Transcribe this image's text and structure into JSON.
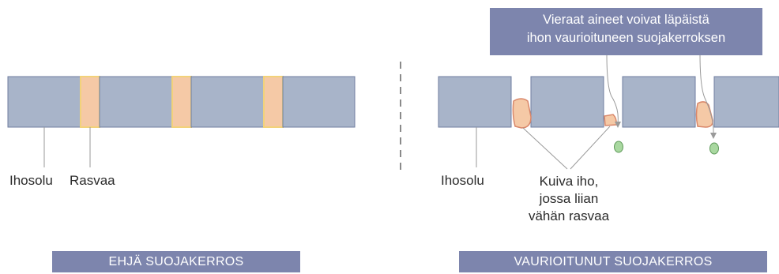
{
  "left_panel": {
    "cell_label": "Ihosolu",
    "fat_label": "Rasvaa",
    "banner": "EHJÄ SUOJAKERROS"
  },
  "right_panel": {
    "cell_label": "Ihosolu",
    "dry_skin_label": [
      "Kuiva iho,",
      "jossa liian",
      "vähän rasvaa"
    ],
    "callout": [
      "Vieraat aineet voivat läpäistä",
      "ihon vaurioituneen suojakerroksen"
    ],
    "banner": "VAURIOITUNUT SUOJAKERROS"
  },
  "colors": {
    "cell": "#a8b4c9",
    "cell_border": "#6f7ea0",
    "fat": "#f5c9a6",
    "fat_border": "#f2d27a",
    "dry_fat_border": "#d9876a",
    "particle": "#a9d8a0",
    "particle_border": "#5f9a5a",
    "banner": "#7d85ad",
    "line": "#9a9a9a"
  }
}
